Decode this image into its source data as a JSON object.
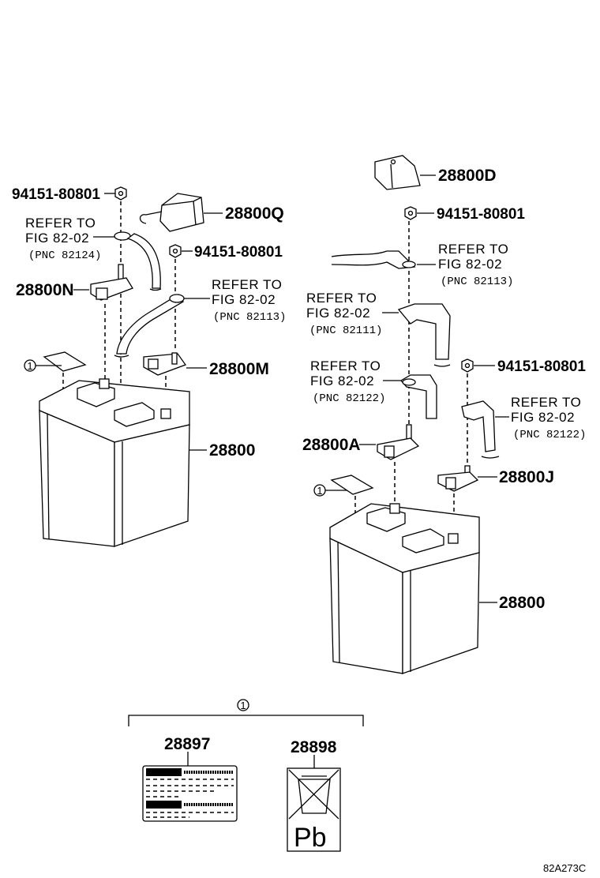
{
  "left": {
    "nut_top": "94151-80801",
    "cover": "28800Q",
    "ref_neg": {
      "line1": "REFER TO",
      "line2": "FIG 82-02",
      "pnc": "(PNC 82124)"
    },
    "nut_pos": "94151-80801",
    "terminal_neg": "28800N",
    "ref_pos": {
      "line1": "REFER TO",
      "line2": "FIG 82-02",
      "pnc": "(PNC 82113)"
    },
    "label_ref": "1",
    "terminal_pos": "28800M",
    "battery": "28800"
  },
  "right": {
    "cover": "28800D",
    "nut_top": "94151-80801",
    "ref_a": {
      "line1": "REFER TO",
      "line2": "FIG 82-02",
      "pnc": "(PNC 82113)"
    },
    "ref_b": {
      "line1": "REFER TO",
      "line2": "FIG 82-02",
      "pnc": "(PNC 82111)"
    },
    "nut_pos": "94151-80801",
    "ref_c": {
      "line1": "REFER TO",
      "line2": "FIG 82-02",
      "pnc": "(PNC 82122)"
    },
    "ref_d": {
      "line1": "REFER TO",
      "line2": "FIG 82-02",
      "pnc": "(PNC 82122)"
    },
    "terminal_neg": "28800A",
    "terminal_pos": "28800J",
    "label_ref": "1",
    "battery": "28800"
  },
  "labels_group": {
    "ref": "1",
    "caution_label": "28897",
    "recycle_label": "28898",
    "recycle_text": "Pb"
  },
  "figure_code": "82A273C"
}
